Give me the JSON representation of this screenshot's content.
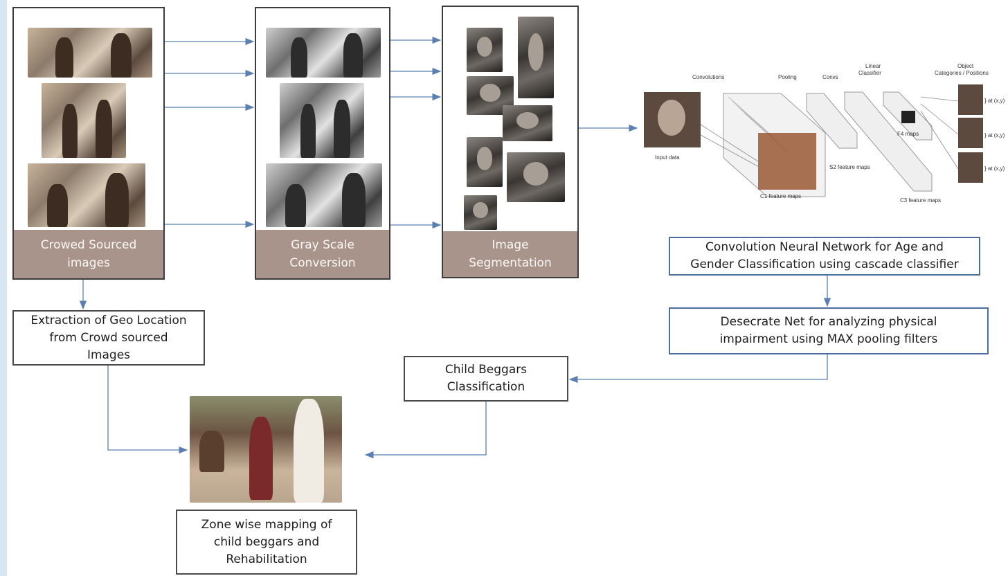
{
  "stages": {
    "crowd": {
      "label": "Crowed Sourced\nimages"
    },
    "gray": {
      "label": "Gray Scale\nConversion"
    },
    "segmentation": {
      "label": "Image\nSegmentation"
    }
  },
  "boxes": {
    "geo": "Extraction of Geo Location\nfrom Crowd sourced\nImages",
    "cnn": "Convolution Neural Network for Age and\nGender Classification using cascade classifier",
    "desecrate": "Desecrate Net for analyzing physical\nimpairment using MAX pooling filters",
    "child": "Child Beggars\nClassification",
    "zone": "Zone wise mapping of\nchild beggars and\nRehabilitation"
  },
  "cnn_figure": {
    "convolutions": "Convolutions",
    "pooling": "Pooling",
    "convs": "Convs",
    "linear_classifier_1": "Linear",
    "linear_classifier_2": "Classifier",
    "object_1": "Object",
    "object_2": "Categories / Positions",
    "input_data": "Input data",
    "c1": "C1 feature maps",
    "s2": "S2 feature maps",
    "c3": "C3 feature maps",
    "f4": "F4 maps",
    "pos": "} at (x,y)"
  },
  "colors": {
    "arrow": "#5b7fb0",
    "label_band": "#a9948c",
    "background_strip": "#d7e6f0"
  }
}
